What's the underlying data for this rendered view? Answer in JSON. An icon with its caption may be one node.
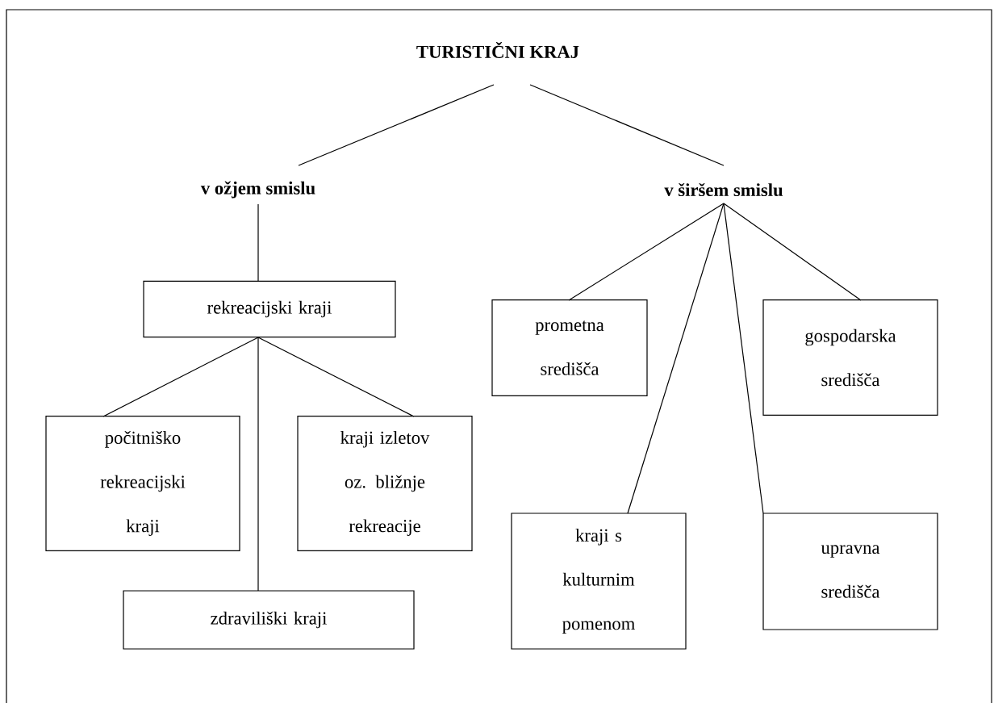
{
  "diagram": {
    "nodes": [
      {
        "text": [
          "TURISTIČNI KRAJ"
        ]
      },
      {
        "text": [
          "v ožjem smislu"
        ]
      },
      {
        "text": [
          "v širšem smislu"
        ]
      },
      {
        "text": [
          "rekreacijski kraji"
        ]
      },
      {
        "text": [
          "prometna središča"
        ]
      },
      {
        "text": [
          "gospodarska središča"
        ]
      },
      {
        "text": [
          "počitniško rekreacijski kraji"
        ]
      },
      {
        "text": [
          "kraji izletov oz. bližnje rekreacije"
        ]
      },
      {
        "text": [
          "kraji s kulturnim pomenom"
        ]
      },
      {
        "text": [
          "upravna središča"
        ]
      },
      {
        "text": [
          "zdraviliški kraji"
        ]
      }
    ],
    "edges": [
      {
        "from": 0,
        "to": 1,
        "arrow": "none"
      },
      {
        "from": 0,
        "to": 2,
        "arrow": "none"
      },
      {
        "from": 1,
        "to": 3,
        "arrow": "none"
      },
      {
        "from": 2,
        "to": 4,
        "arrow": "none"
      },
      {
        "from": 2,
        "to": 8,
        "arrow": "none"
      },
      {
        "from": 2,
        "to": 9,
        "arrow": "none"
      },
      {
        "from": 2,
        "to": 5,
        "arrow": "none"
      },
      {
        "from": 3,
        "to": 6,
        "arrow": "none"
      },
      {
        "from": 3,
        "to": 10,
        "arrow": "none"
      },
      {
        "from": 3,
        "to": 7,
        "arrow": "none"
      }
    ]
  }
}
